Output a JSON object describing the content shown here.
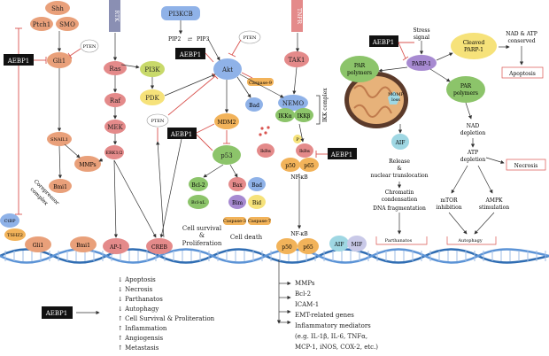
{
  "colors": {
    "aebp1_box": "#111111",
    "inhibit": "#d9534f",
    "arrow": "#333333",
    "dna": "#2f6db3",
    "salmon": "#e9a07a",
    "green": "#8cc46a",
    "purple": "#a78ad1",
    "yellow": "#f6e27a",
    "blue": "#8fb2e8",
    "gray_bar": "#8a8fb3",
    "pink": "#e48a8a",
    "orange": "#f2b35a",
    "teal": "#9fd7e3"
  },
  "nodes": {
    "shh": "Shh",
    "ptch1": "Ptch1",
    "smo": "SMO",
    "aebp1": "AEBP1",
    "gli1": "Gli1",
    "pten": "PTEN",
    "rtk": "RTK",
    "pi3kcb": "PI3KCB",
    "pip": "PIP2",
    "pip_arrow": "⇄",
    "pip3": "PIP3",
    "tnfr": "TNFR",
    "ras": "Ras",
    "pi3k": "PI3K",
    "raf": "Raf",
    "pdk": "PDK",
    "mek": "MEK",
    "erk": "ERK1/2",
    "akt": "Akt",
    "caspase9": "Caspase-9",
    "tak1": "TAK1",
    "nemo": "NEMO",
    "ikka": "IKKα",
    "ikkb": "IKKβ",
    "ikk_complex": "IKK complex",
    "bad": "Bad",
    "mdm2": "MDM2",
    "p53": "p53",
    "bcl2": "Bcl-2",
    "bclxl": "Bcl-xL",
    "bax": "Bax",
    "bim": "Bim",
    "bid": "Bid",
    "caspase3": "Caspase-3",
    "caspase7": "Caspase-7",
    "ikba": "IkBα",
    "p": "P",
    "p50": "p50",
    "p65": "p65",
    "nfkb": "NF-κB",
    "snail1": "SNAIL1",
    "mmps": "MMPs",
    "bmi1": "Bmi1",
    "creb": "CREB",
    "ap1": "AP-1",
    "ctbp": "CtBP",
    "tshz2": "TSHZ2",
    "corepressor": "Corepressor",
    "corepressor2": "complex",
    "cell_survival": "Cell survival",
    "amp": "&",
    "proliferation": "Proliferation",
    "cell_death": "Cell death",
    "par_polymers": "PAR",
    "par_polymers2": "polymers",
    "mitochondria": "MOMP",
    "mito_loss": "loss",
    "parp1": "PARP-1",
    "stress": "Stress",
    "stress2": "signal",
    "cleaved_parp": "Cleaved",
    "cleaved_parp2": "PARP-1",
    "nad_atp": "NAD & ATP",
    "nad_atp2": "conserved",
    "apoptosis": "Apoptosis",
    "aif": "AIF",
    "mif": "MIF",
    "release": "Release",
    "release2": "&",
    "nuclear_trans": "nuclear translocation",
    "chromatin": "Chromatin",
    "condensation": "condensation",
    "dna_frag": "DNA fragmentation",
    "parthanatos": "Parthanatos",
    "nad_depletion": "NAD",
    "nad_depletion2": "depletion",
    "atp_depletion": "ATP",
    "atp_depletion2": "depletion",
    "necrosis": "Necrosis",
    "mtor": "mTOR",
    "mtor2": "inhibition",
    "ampk": "AMPK",
    "ampk2": "stimulation",
    "autophagy": "Autophagy",
    "nfkb_nuc": "NF-κB"
  },
  "effects_left": [
    "↓ Apoptosis",
    "↓ Necrosis",
    "↓ Parthanatos",
    "↓ Autophagy",
    "↑ Cell Survival & Proliteration",
    "↑ Inflammation",
    "↑ Angiogensis",
    "↑ Metastasis"
  ],
  "effects_right": [
    "MMPs",
    "Bcl-2",
    "ICAM-1",
    "EMT-related genes",
    "Inflammatory mediators",
    "(e.g. IL-1β, IL-6, TNFα,",
    "MCP-1, iNOS, COX-2, etc.)"
  ]
}
